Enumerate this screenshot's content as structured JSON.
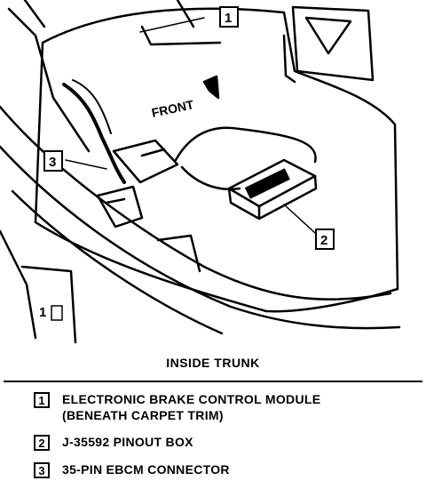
{
  "diagram": {
    "orientation_label": "FRONT",
    "corner_mark": "1"
  },
  "callouts": [
    {
      "number": "1"
    },
    {
      "number": "2"
    },
    {
      "number": "3"
    }
  ],
  "caption": "INSIDE TRUNK",
  "legend": [
    {
      "number": "1",
      "lines": [
        "ELECTRONIC BRAKE CONTROL MODULE",
        "(BENEATH CARPET TRIM)"
      ]
    },
    {
      "number": "2",
      "lines": [
        "J-35592 PINOUT BOX"
      ]
    },
    {
      "number": "3",
      "lines": [
        "35-PIN EBCM CONNECTOR"
      ]
    }
  ]
}
